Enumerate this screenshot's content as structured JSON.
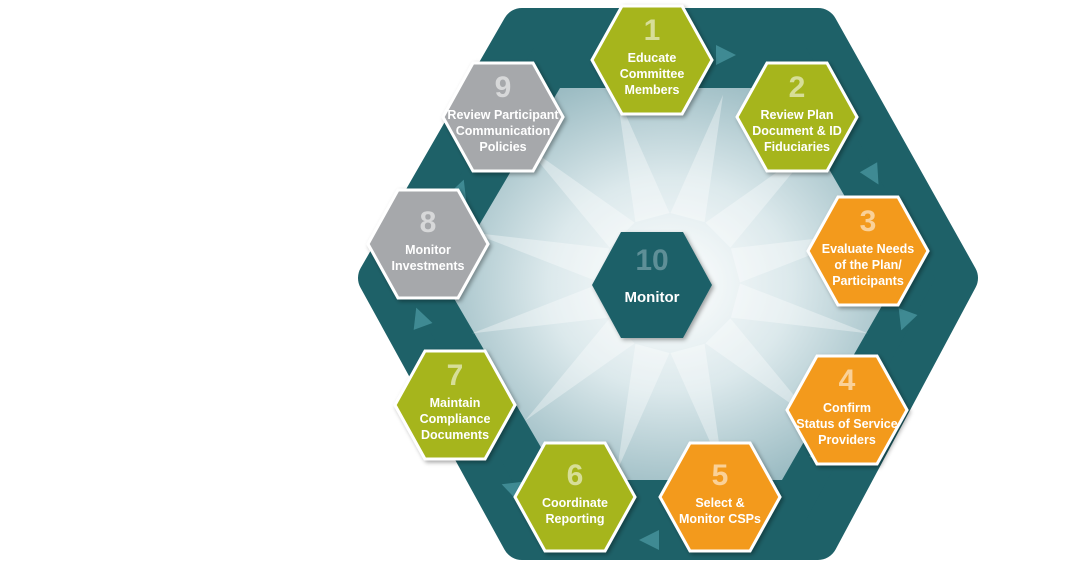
{
  "colors": {
    "ring": "#1e6168",
    "arrow": "#3f8a93",
    "green": "#a6b51c",
    "orange": "#f39a1e",
    "gray": "#a6a8ab",
    "center": "#1e6168",
    "interior_light": "#f2f7f8",
    "interior_dark": "#8fb3bb"
  },
  "center": {
    "number": "10",
    "label": "Monitor"
  },
  "steps": [
    {
      "number": "1",
      "lines": [
        "Educate",
        "Committee",
        "Members"
      ],
      "color": "green"
    },
    {
      "number": "2",
      "lines": [
        "Review Plan",
        "Document & ID",
        "Fiduciaries"
      ],
      "color": "green"
    },
    {
      "number": "3",
      "lines": [
        "Evaluate Needs",
        "of the Plan/",
        "Participants"
      ],
      "color": "orange"
    },
    {
      "number": "4",
      "lines": [
        "Confirm",
        "Status of Service",
        "Providers"
      ],
      "color": "orange"
    },
    {
      "number": "5",
      "lines": [
        "Select &",
        "Monitor CSPs"
      ],
      "color": "orange"
    },
    {
      "number": "6",
      "lines": [
        "Coordinate",
        "Reporting"
      ],
      "color": "green"
    },
    {
      "number": "7",
      "lines": [
        "Maintain",
        "Compliance",
        "Documents"
      ],
      "color": "green"
    },
    {
      "number": "8",
      "lines": [
        "Monitor",
        "Investments"
      ],
      "color": "gray"
    },
    {
      "number": "9",
      "lines": [
        "Review Participant",
        "Communication",
        "Policies"
      ],
      "color": "gray"
    }
  ]
}
